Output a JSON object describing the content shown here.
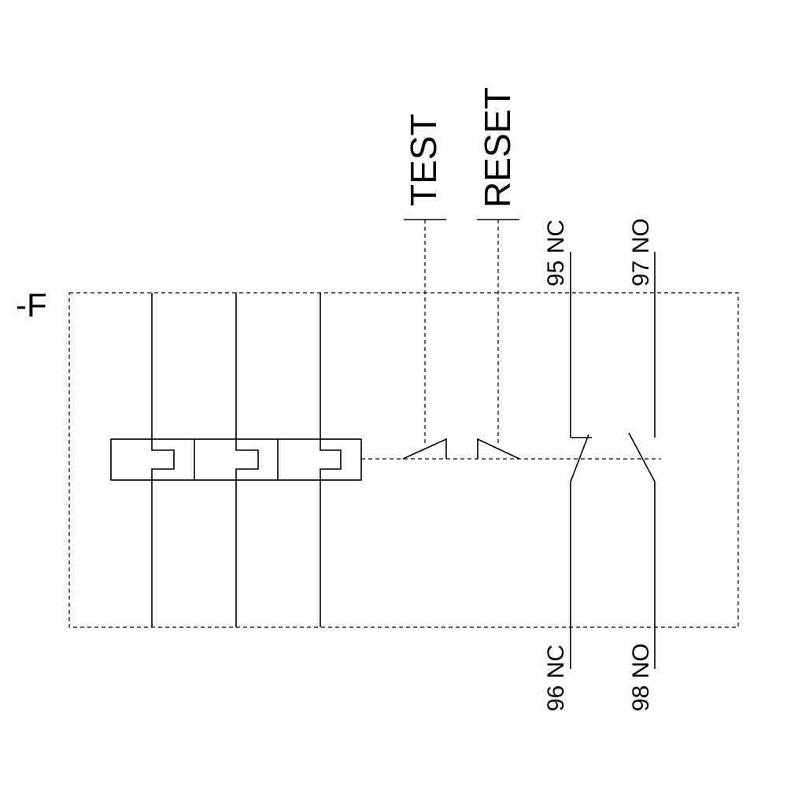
{
  "device_label": "-F",
  "buttons": {
    "test": "TEST",
    "reset": "RESET"
  },
  "terminals": {
    "t95": "95 NC",
    "t97": "97 NO",
    "t96": "96 NC",
    "t98": "98 NO"
  }
}
